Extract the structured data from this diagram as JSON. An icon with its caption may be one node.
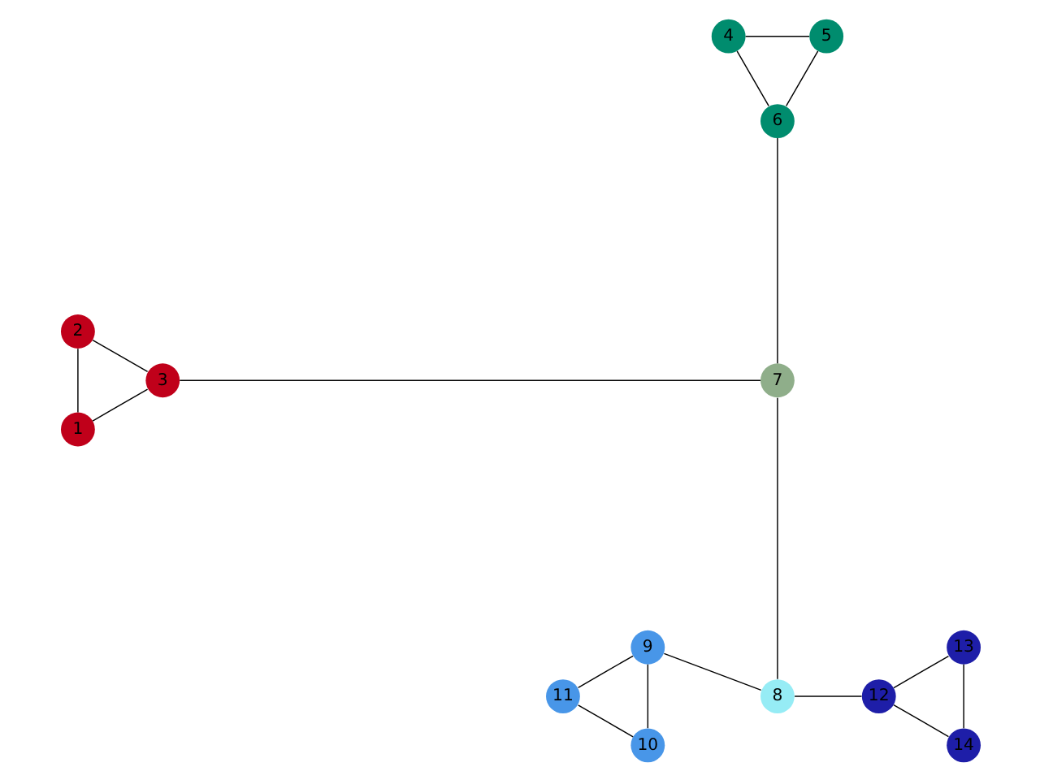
{
  "diagram": {
    "nodes": [
      {
        "text": [
          "1"
        ]
      },
      {
        "text": [
          "2"
        ]
      },
      {
        "text": [
          "3"
        ]
      },
      {
        "text": [
          "4"
        ]
      },
      {
        "text": [
          "5"
        ]
      },
      {
        "text": [
          "6"
        ]
      },
      {
        "text": [
          "7"
        ]
      },
      {
        "text": [
          "8"
        ]
      },
      {
        "text": [
          "9"
        ]
      },
      {
        "text": [
          "10"
        ]
      },
      {
        "text": [
          "11"
        ]
      },
      {
        "text": [
          "12"
        ]
      },
      {
        "text": [
          "13"
        ]
      },
      {
        "text": [
          "14"
        ]
      }
    ],
    "edges": [
      {
        "from": 0,
        "to": 1,
        "arrow": "none"
      },
      {
        "from": 0,
        "to": 2,
        "arrow": "none"
      },
      {
        "from": 1,
        "to": 2,
        "arrow": "none"
      },
      {
        "from": 2,
        "to": 6,
        "arrow": "none"
      },
      {
        "from": 3,
        "to": 4,
        "arrow": "none"
      },
      {
        "from": 3,
        "to": 5,
        "arrow": "none"
      },
      {
        "from": 4,
        "to": 5,
        "arrow": "none"
      },
      {
        "from": 5,
        "to": 6,
        "arrow": "none"
      },
      {
        "from": 6,
        "to": 7,
        "arrow": "none"
      },
      {
        "from": 7,
        "to": 11,
        "arrow": "none"
      },
      {
        "from": 7,
        "to": 8,
        "arrow": "none"
      },
      {
        "from": 8,
        "to": 9,
        "arrow": "none"
      },
      {
        "from": 8,
        "to": 10,
        "arrow": "none"
      },
      {
        "from": 9,
        "to": 10,
        "arrow": "none"
      },
      {
        "from": 11,
        "to": 12,
        "arrow": "none"
      },
      {
        "from": 11,
        "to": 13,
        "arrow": "none"
      },
      {
        "from": 12,
        "to": 13,
        "arrow": "none"
      }
    ]
  }
}
